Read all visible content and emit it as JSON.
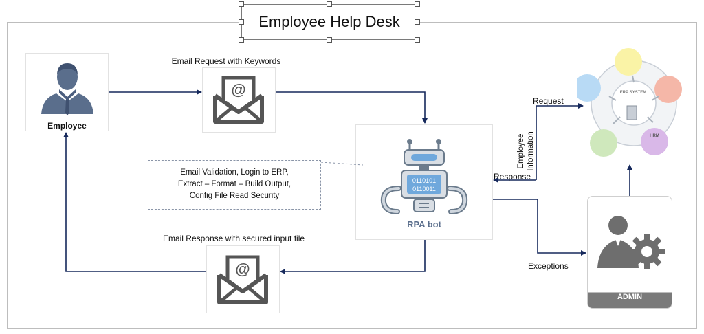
{
  "title": "Employee Help Desk",
  "nodes": {
    "employee": "Employee",
    "email_request": "Email Request with Keywords",
    "email_response": "Email Response with secured input file",
    "rpa_bot": "RPA bot",
    "erp_center": "ERP SYSTEM",
    "hrm": "HRM",
    "admin": "ADMIN"
  },
  "note_lines": [
    "Email Validation, Login to ERP,",
    "Extract – Format – Build Output,",
    "Config File Read Security"
  ],
  "flows": {
    "request": "Request",
    "response": "Response",
    "employee_information": [
      "Employee",
      "Information"
    ],
    "exceptions": "Exceptions"
  },
  "colors": {
    "arrow": "#16295c",
    "person": "#5a6e8c",
    "bot_blue": "#6fa8dc",
    "admin_gray": "#6e6e6e",
    "erp_yellow": "#faf3a6",
    "erp_red": "#f5b7a8",
    "erp_green": "#cfe8bc",
    "erp_blue": "#b8daf5",
    "erp_purple": "#d9b8e8"
  }
}
